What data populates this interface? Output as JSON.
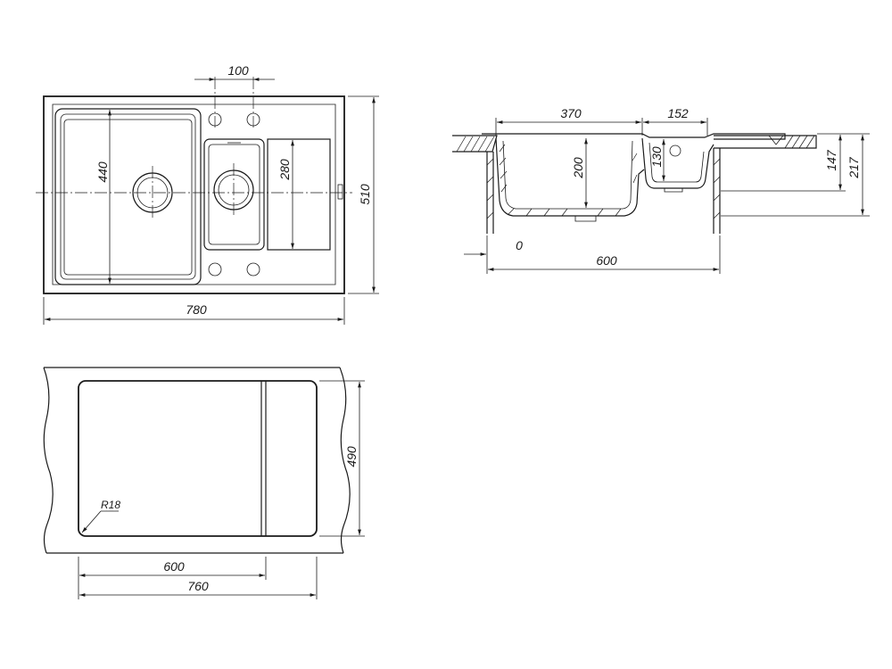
{
  "top_view": {
    "dims": {
      "bowl_spacing": "100",
      "bowl_depth": "440",
      "small_bowl_depth": "280",
      "overall_depth": "510",
      "overall_width": "780"
    }
  },
  "section_view": {
    "dims": {
      "main_bowl_width": "370",
      "small_bowl_width": "152",
      "main_bowl_height": "200",
      "small_bowl_height": "130",
      "rim_height": "147",
      "total_height": "217",
      "offset": "0",
      "cabinet_width": "600"
    }
  },
  "cutout_view": {
    "dims": {
      "radius": "R18",
      "cutout_depth": "490",
      "inner_width": "600",
      "cutout_width": "760"
    }
  }
}
